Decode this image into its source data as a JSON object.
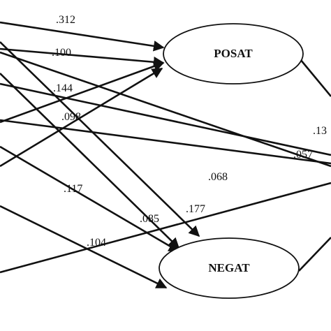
{
  "nodes": {
    "posat": {
      "label": "POSAT"
    },
    "negat": {
      "label": "NEGAT"
    }
  },
  "coefficients": {
    "c1": ".312",
    "c2": ".100",
    "c3": ".144",
    "c4": ".098",
    "c5": ".068",
    "c6": ".13",
    "c7": ".057",
    "c8": ".117",
    "c9": ".085",
    "c10": ".177",
    "c11": ".104"
  }
}
